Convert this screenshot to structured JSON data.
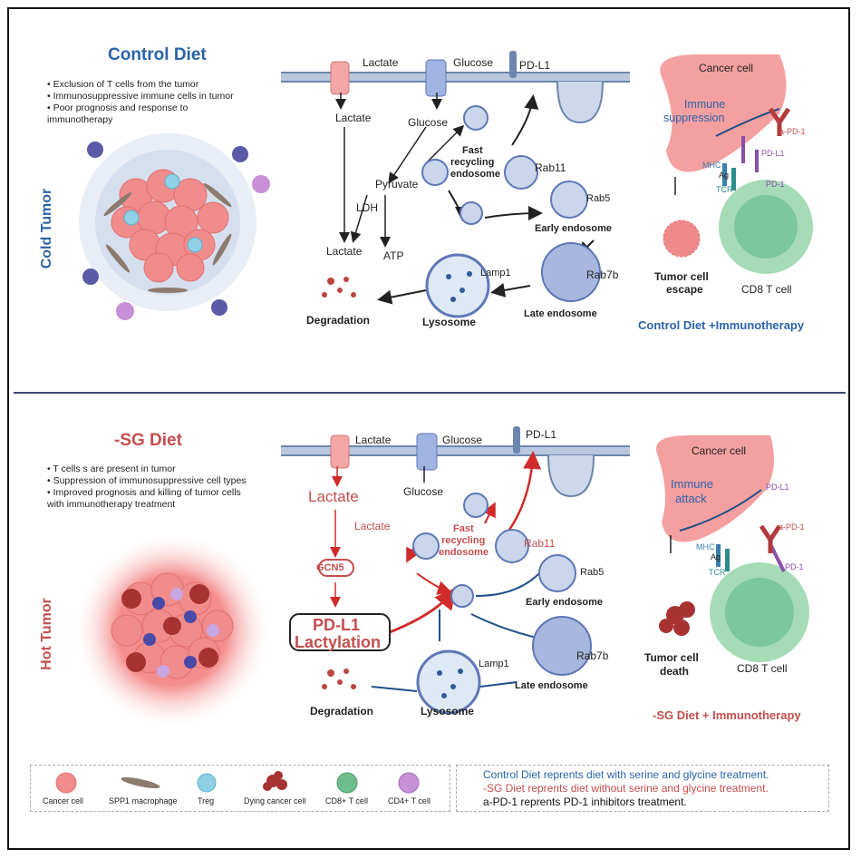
{
  "control": {
    "title": "Control Diet",
    "bullets": [
      "• Exclusion of  T cells from the tumor",
      "• Immunosuppressive immune cells in tumor",
      "• Poor prognosis and response to",
      "   immunotherapy"
    ],
    "side_label": "Cold Tumor",
    "pathway": {
      "lactate_top": "Lactate",
      "glucose_top": "Glucose",
      "pdl1": "PD-L1",
      "lactate": "Lactate",
      "glucose": "Glucose",
      "pyruvate": "Pyruvate",
      "ldh": "LDH",
      "lactate2": "Lactate",
      "atp": "ATP",
      "fast": "Fast",
      "recycling": "recycling",
      "endosome": "endosome",
      "rab11": "Rab11",
      "rab5": "Rab5",
      "early": "Early endosome",
      "lamp1": "Lamp1",
      "rab7b": "Rab7b",
      "late": "Late endosome",
      "lysosome": "Lysosome",
      "degradation": "Degradation"
    },
    "immune": {
      "cancer": "Cancer cell",
      "suppression1": "Immune",
      "suppression2": "suppression",
      "apd1": "a-PD-1",
      "pdl1": "PD-L1",
      "mhc": "MHC",
      "ag": "Ag",
      "tcr": "TCR",
      "pd1": "PD-1",
      "escape1": "Tumor cell",
      "escape2": "escape",
      "cd8": "CD8 T cell",
      "caption": "Control Diet +Immunotherapy"
    }
  },
  "sg": {
    "title": "-SG Diet",
    "bullets": [
      "• T cells s are present in tumor",
      "• Suppression of immunosuppressive cell types",
      "• Improved prognosis and killing of tumor cells",
      "   with immunotherapy treatment"
    ],
    "side_label": "Hot Tumor",
    "pathway": {
      "lactate_top": "Lactate",
      "glucose_top": "Glucose",
      "pdl1": "PD-L1",
      "lactate_big": "Lactate",
      "glucose": "Glucose",
      "lactate2": "Lactate",
      "gcn5": "GCN5",
      "pdl1_lact1": "PD-L1",
      "pdl1_lact2": "Lactylation",
      "fast": "Fast",
      "recycling": "recycling",
      "endosome": "endosome",
      "rab11": "Rab11",
      "rab5": "Rab5",
      "early": "Early endosome",
      "lamp1": "Lamp1",
      "rab7b": "Rab7b",
      "late": "Late endosome",
      "lysosome": "Lysosome",
      "degradation": "Degradation"
    },
    "immune": {
      "cancer": "Cancer cell",
      "attack1": "Immune",
      "attack2": "attack",
      "pdl1": "PD-L1",
      "apd1": "a-PD-1",
      "pd1": "PD-1",
      "mhc": "MHC",
      "ag": "Ag",
      "tcr": "TCR",
      "death1": "Tumor cell",
      "death2": "death",
      "cd8": "CD8 T cell",
      "caption": "-SG Diet + Immunotherapy"
    }
  },
  "legend": {
    "items": [
      "Cancer cell",
      "SPP1 macrophage",
      "Treg",
      "Dying cancer cell",
      "CD8+ T cell",
      "CD4+ T cell"
    ]
  },
  "notes": {
    "line1": "Control Diet reprents diet with serine and glycine treatment.",
    "line2": "-SG Diet reprents diet without serine and glycine treatment.",
    "line3": "a-PD-1 reprents PD-1 inhibitors treatment."
  },
  "colors": {
    "blue": "#2b63a8",
    "red": "#c44e4e",
    "membrane": "#9fb4d3",
    "cancer": "#f4a0a0"
  }
}
